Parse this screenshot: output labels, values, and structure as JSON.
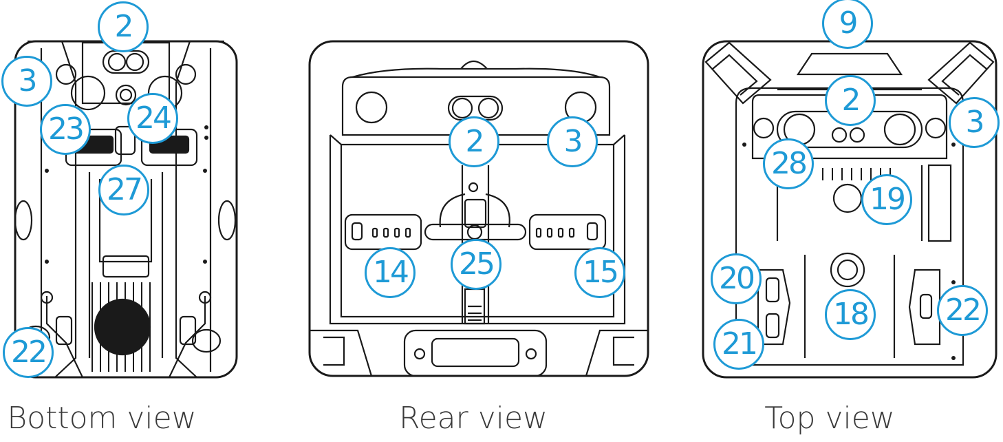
{
  "colors": {
    "accent": "#1e9ad6",
    "line": "#1a1a1a"
  },
  "views": [
    {
      "caption": "Bottom view",
      "callouts": [
        "2",
        "3",
        "23",
        "24",
        "27",
        "22"
      ]
    },
    {
      "caption": "Rear view",
      "callouts": [
        "2",
        "3",
        "14",
        "25",
        "15"
      ]
    },
    {
      "caption": "Top view",
      "callouts": [
        "9",
        "2",
        "3",
        "28",
        "19",
        "20",
        "18",
        "21",
        "22"
      ]
    }
  ]
}
